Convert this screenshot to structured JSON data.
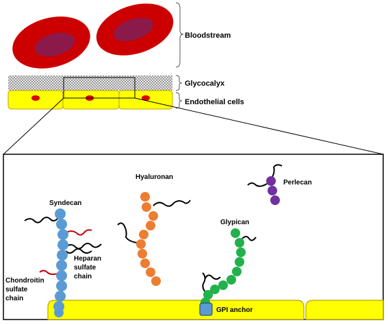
{
  "labels": {
    "bloodstream": "Bloodstream",
    "glycocalyx": "Glycocalyx",
    "endothelial_cells": "Endothelial cells",
    "syndecan": "Syndecan",
    "hyaluronan": "Hyaluronan",
    "perlecan": "Perlecan",
    "glypican": "Glypican",
    "heparan_line1": "Heparan",
    "heparan_line2": "sulfate",
    "heparan_line3": "chain",
    "chondroitin_line1": "Chondroitin",
    "chondroitin_line2": "sulfate",
    "chondroitin_line3": "chain",
    "gpi_anchor": "GPI anchor"
  },
  "colors": {
    "rbc_outer": "#cc0000",
    "rbc_inner": "#8b1a4a",
    "endothelium": "#ffff00",
    "endothelium_border": "#b8a000",
    "nucleus": "#dd0000",
    "syndecan": "#5b9bd5",
    "hyaluronan": "#ed7d31",
    "glypican": "#22b14c",
    "perlecan": "#7030a0",
    "heparan_chain": "#000000",
    "chondroitin_chain": "#c00000"
  }
}
